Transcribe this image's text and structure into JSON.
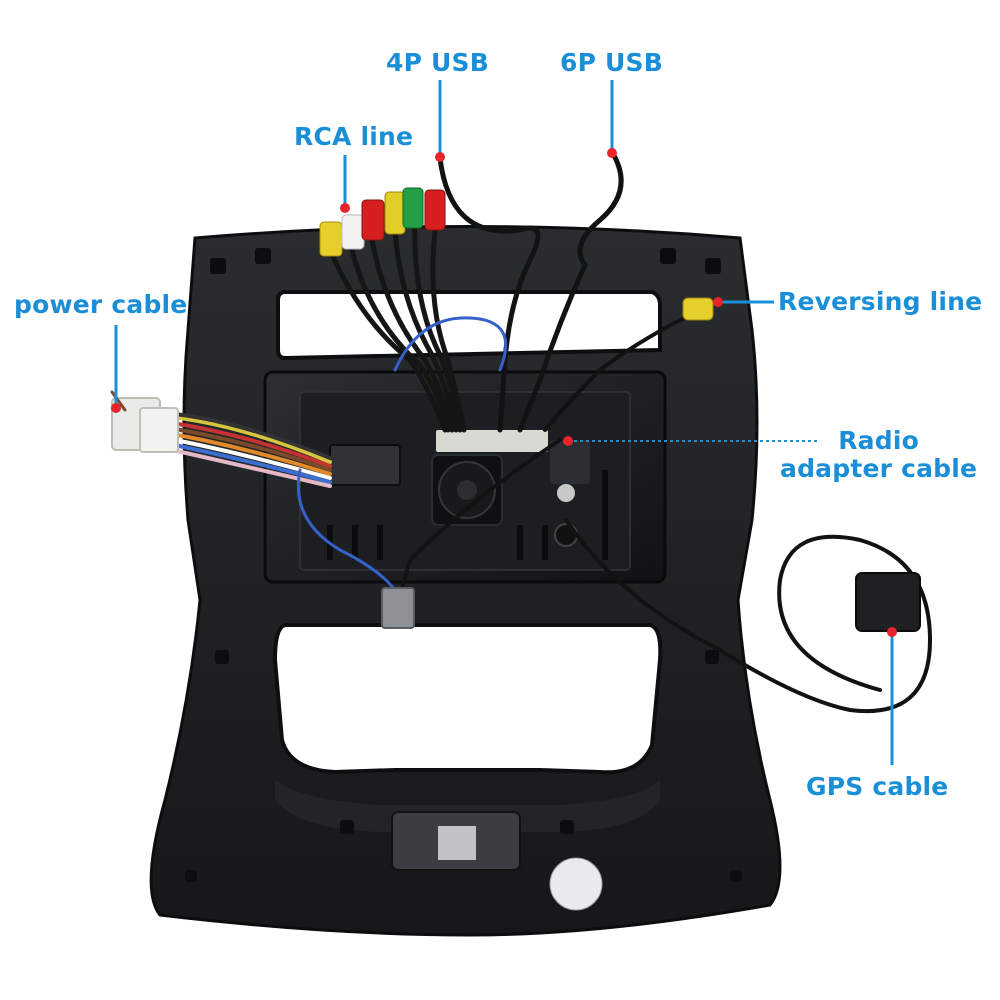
{
  "labels": {
    "rca_line": "RCA line",
    "usb_4p": "4P USB",
    "usb_6p": "6P USB",
    "power_cable": "power cable",
    "reversing_line": "Reversing line",
    "radio_adapter_line1": "Radio",
    "radio_adapter_line2": "adapter cable",
    "gps_cable": "GPS cable"
  },
  "colors": {
    "label_text": "#1a8fd8",
    "callout_line": "#1a8fd8",
    "callout_dot": "#e8232a",
    "frame": "#1b1d1f",
    "background": "#ffffff"
  }
}
